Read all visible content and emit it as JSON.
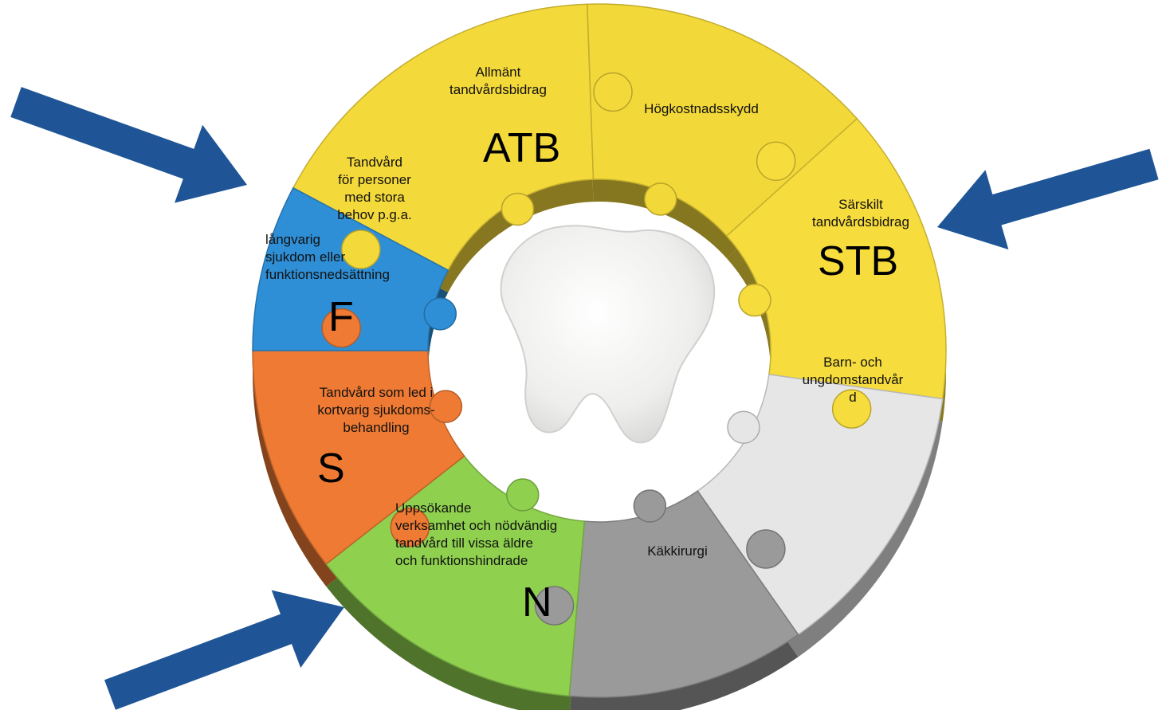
{
  "colors": {
    "atb": "#F4D93B",
    "hkd": "#F2D838",
    "stb": "#F6DC3C",
    "barn": "#E6E6E6",
    "kak": "#9A9A9A",
    "n": "#8FD14F",
    "s": "#EE7A33",
    "f": "#2F8FD6",
    "arrow": "#1F5596",
    "tooth": "#F3F3F1"
  },
  "pieces": {
    "atb": {
      "name": "Allmänt tandvårdsbidrag",
      "code": "ATB"
    },
    "hkd": {
      "name": "Högkostnadsskydd"
    },
    "stb": {
      "name": "Särskilt tandvårdsbidrag",
      "code": "STB"
    },
    "barn": {
      "name": "Barn- och ungdomstandvård"
    },
    "kak": {
      "name": "Käkkirurgi"
    },
    "n": {
      "name": "Uppsökande verksamhet och nödvändig tandvård till vissa äldre och funktionshindrade",
      "code": "N"
    },
    "s": {
      "name": "Tandvård som led i kortvarig sjukdoms-behandling",
      "code": "S"
    },
    "f": {
      "name": "Tandvård för personer med stora behov p.g.a. långvarig sjukdom eller funktionsnedsättning",
      "code": "F"
    }
  },
  "labels": {
    "atb": "Allmänt\ntandvårdsbidrag",
    "hkd": "Högkostnadsskydd",
    "stb": "Särskilt\ntandvårdsbidrag",
    "barn": "Barn- och\nungdomstandvår\nd",
    "kak": "Käkkirurgi",
    "n": "Uppsökande\nverksamhet och nödvändig\ntandvård till vissa äldre\noch funktionshindrade",
    "s": "Tandvård som led i\nkortvarig sjukdoms-\nbehandling",
    "f1": "Tandvård\nför personer\nmed stora\nbehov p.g.a.",
    "f2": "långvarig\nsjukdom eller\nfunktionsnedsättning"
  },
  "arrows": [
    "arrow-to-f",
    "arrow-to-stb",
    "arrow-to-n"
  ]
}
